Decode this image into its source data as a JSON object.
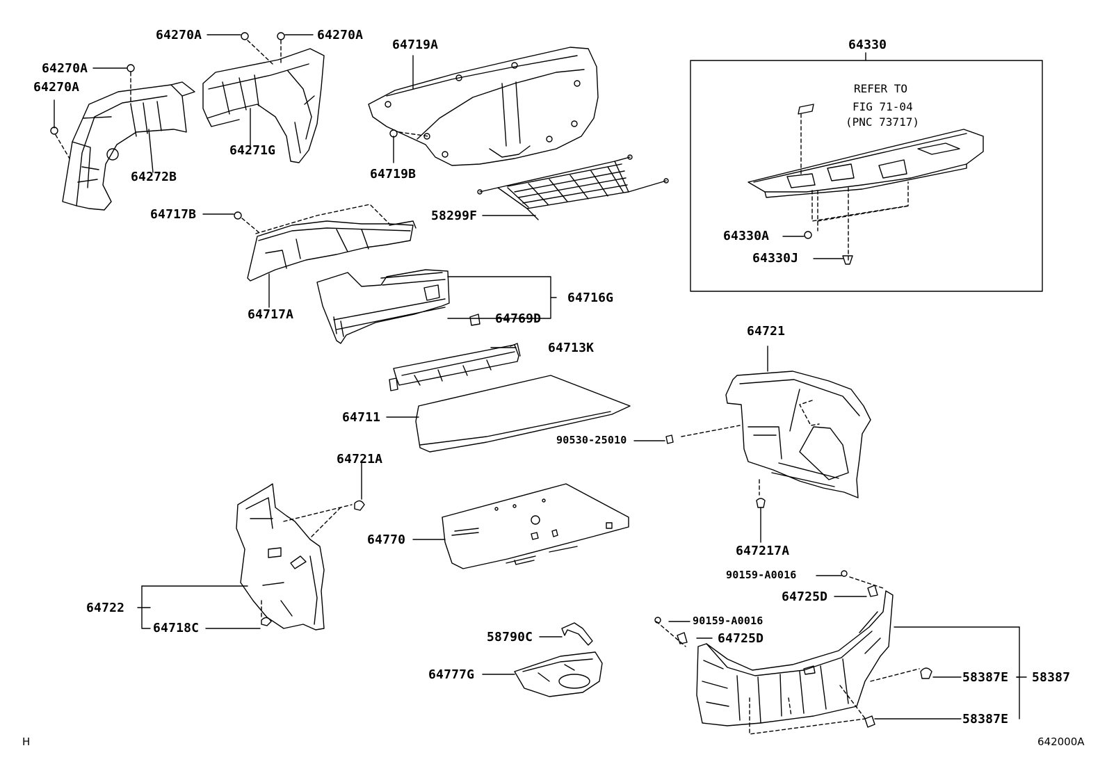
{
  "labels": {
    "p64270A_1": "64270A",
    "p64270A_2": "64270A",
    "p64270A_3": "64270A",
    "p64270A_4": "64270A",
    "p64719A": "64719A",
    "p64330": "64330",
    "p64271G": "64271G",
    "p64272B": "64272B",
    "p64719B": "64719B",
    "p58299F": "58299F",
    "p64717B": "64717B",
    "p64717A": "64717A",
    "p64716G": "64716G",
    "p64769D": "64769D",
    "p64713K": "64713K",
    "p64711": "64711",
    "p64721": "64721",
    "p64330A": "64330A",
    "p64330J": "64330J",
    "p90530": "90530-25010",
    "p64721A": "64721A",
    "p64770": "64770",
    "p647217A": "647217A",
    "p64722": "64722",
    "p64718C": "64718C",
    "p90159_1": "90159-A0016",
    "p64725D_1": "64725D",
    "p90159_2": "90159-A0016",
    "p64725D_2": "64725D",
    "p58790C": "58790C",
    "p64777G": "64777G",
    "p58387E_1": "58387E",
    "p58387E_2": "58387E",
    "p58387": "58387"
  },
  "refer_note": {
    "line1": "REFER TO",
    "line2": "FIG 71-04",
    "line3": "(PNC 73717)"
  },
  "footer": {
    "left_mark": "H",
    "drawing_id": "642000A"
  }
}
